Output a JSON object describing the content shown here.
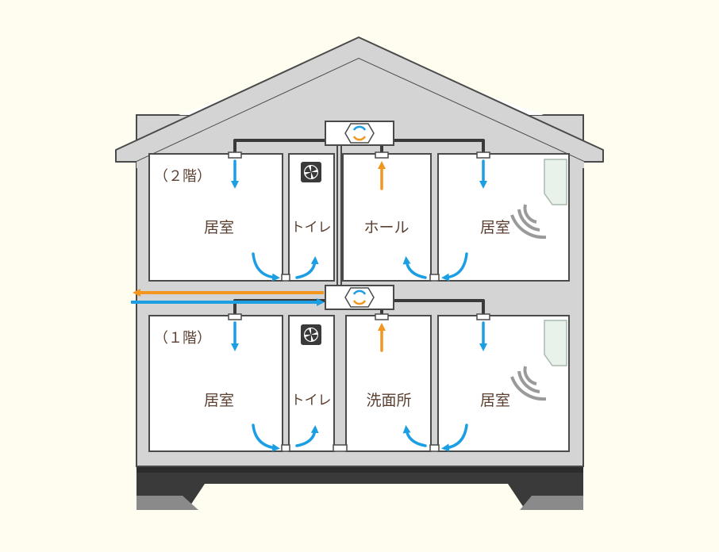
{
  "floors": {
    "second": {
      "label": "（２階）"
    },
    "first": {
      "label": "（１階）"
    }
  },
  "rooms": {
    "f2_living_left": "居室",
    "f2_toilet": "トイレ",
    "f2_hall": "ホール",
    "f2_living_right": "居室",
    "f1_living_left": "居室",
    "f1_toilet": "トイレ",
    "f1_washroom": "洗面所",
    "f1_living_right": "居室"
  },
  "icons": {
    "ventilator": "heat-exchange-ventilator-icon",
    "toilet_fan": "exhaust-fan-icon",
    "air_conditioner": "air-conditioner-icon"
  },
  "colors": {
    "background": "#fefdf0",
    "wall": "#d4d4d4",
    "outline": "#4a4a4a",
    "room": "#ffffff",
    "supply_air": "#1c9ee3",
    "exhaust_air": "#f2961f",
    "foundation": "#3a3a3a",
    "text": "#5a3f30"
  }
}
